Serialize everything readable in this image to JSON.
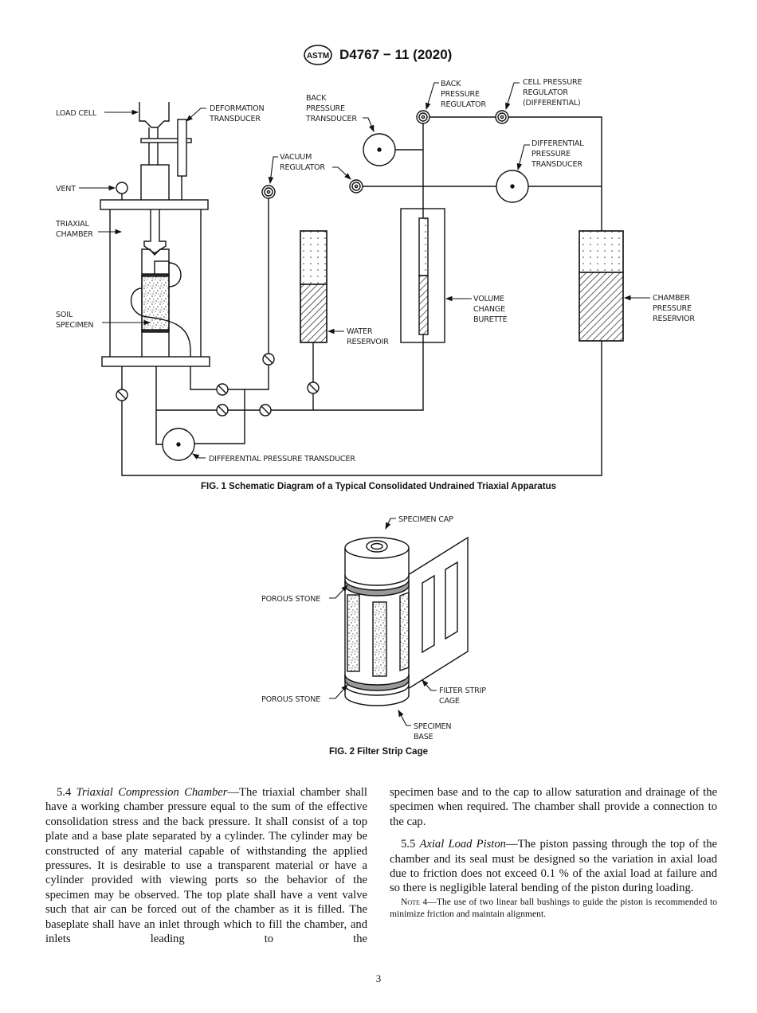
{
  "header": {
    "logo_text": "ASTM",
    "designation": "D4767 − 11 (2020)"
  },
  "figure1": {
    "caption": "FIG. 1 Schematic Diagram of a Typical Consolidated Undrained Triaxial Apparatus",
    "labels": {
      "load_cell": "LOAD CELL",
      "deformation_transducer": [
        "DEFORMATION",
        "TRANSDUCER"
      ],
      "vent": "VENT",
      "triaxial_chamber": [
        "TRIAXIAL",
        "CHAMBER"
      ],
      "soil_specimen": [
        "SOIL",
        "SPECIMEN"
      ],
      "back_pressure_transducer": [
        "BACK",
        "PRESSURE",
        "TRANSDUCER"
      ],
      "vacuum_regulator": [
        "VACUUM",
        "REGULATOR"
      ],
      "back_pressure_regulator": [
        "BACK",
        "PRESSURE",
        "REGULATOR"
      ],
      "cell_pressure_regulator": [
        "CELL PRESSURE",
        "REGULATOR",
        "(DIFFERENTIAL)"
      ],
      "differential_pressure_transducer_top": [
        "DIFFERENTIAL",
        "PRESSURE",
        "TRANSDUCER"
      ],
      "water_reservoir": [
        "WATER",
        "RESERVOIR"
      ],
      "volume_change_burette": [
        "VOLUME",
        "CHANGE",
        "BURETTE"
      ],
      "chamber_pressure_reservoir": [
        "CHAMBER",
        "PRESSURE",
        "RESERVIOR"
      ],
      "differential_pressure_transducer_bottom": "DIFFERENTIAL PRESSURE TRANSDUCER"
    }
  },
  "figure2": {
    "caption": "FIG. 2 Filter Strip Cage",
    "labels": {
      "specimen_cap": "SPECIMEN CAP",
      "porous_stone_top": "POROUS STONE",
      "porous_stone_bottom": "POROUS STONE",
      "filter_strip_cage": [
        "FILTER STRIP",
        "CAGE"
      ],
      "specimen_base": [
        "SPECIMEN",
        "BASE"
      ]
    }
  },
  "body": {
    "s54": {
      "number": "5.4",
      "title": "Triaxial Compression Chamber",
      "text_left": "—The triaxial chamber shall have a working chamber pressure equal to the sum of the effective consolidation stress and the back pressure. It shall consist of a top plate and a base plate separated by a cylinder. The cylinder may be constructed of any material capable of withstanding the applied pressures. It is desirable to use a transparent material or have a cylinder provided with viewing ports so the behavior of the specimen may be observed. The top plate shall have a vent valve such that air can be forced out of the chamber as it is filled. The baseplate shall have an inlet through which to fill the chamber, and inlets leading to the",
      "text_right": "specimen base and to the cap to allow saturation and drainage of the specimen when required. The chamber shall provide a connection to the cap."
    },
    "s55": {
      "number": "5.5",
      "title": "Axial Load Piston",
      "text": "—The piston passing through the top of the chamber and its seal must be designed so the variation in axial load due to friction does not exceed 0.1 % of the axial load at failure and so there is negligible lateral bending of the piston during loading."
    },
    "note4": {
      "label": "Note 4",
      "text": "—The use of two linear ball bushings to guide the piston is recommended to minimize friction and maintain alignment."
    }
  },
  "footer": {
    "page_number": "3"
  }
}
